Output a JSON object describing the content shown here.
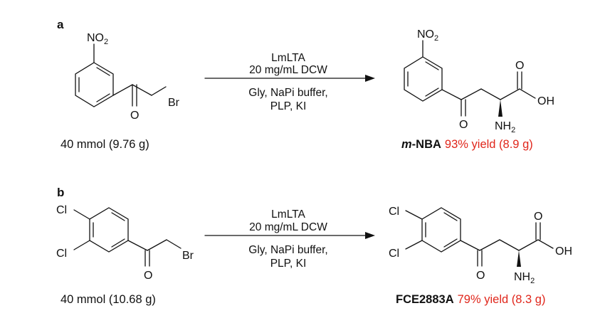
{
  "colors": {
    "ink": "#111111",
    "yield": "#e0261b",
    "background": "#ffffff"
  },
  "panels": [
    {
      "label": "a",
      "reactant": {
        "substituents": [
          "NO",
          "2"
        ],
        "leaving_group": "Br",
        "carbonyl": "O",
        "amount": "40 mmol (9.76 g)"
      },
      "conditions": [
        "LmLTA",
        "20 mg/mL DCW",
        "Gly, NaPi buffer,",
        "PLP,  KI"
      ],
      "product": {
        "substituents": [
          "NO",
          "2"
        ],
        "acid_o": "O",
        "acid_oh": "OH",
        "keto_o": "O",
        "amine": [
          "NH",
          "2"
        ],
        "name_italic": "m",
        "name_rest": "-NBA",
        "yield": "93% yield (8.9 g)"
      }
    },
    {
      "label": "b",
      "reactant": {
        "substituents": [
          "Cl",
          "Cl"
        ],
        "leaving_group": "Br",
        "carbonyl": "O",
        "amount": "40 mmol (10.68 g)"
      },
      "conditions": [
        "LmLTA",
        "20 mg/mL DCW",
        "Gly, NaPi buffer,",
        "PLP,  KI"
      ],
      "product": {
        "substituents": [
          "Cl",
          "Cl"
        ],
        "acid_o": "O",
        "acid_oh": "OH",
        "keto_o": "O",
        "amine": [
          "NH",
          "2"
        ],
        "name": "FCE2883A",
        "yield": "79% yield (8.3 g)"
      }
    }
  ]
}
